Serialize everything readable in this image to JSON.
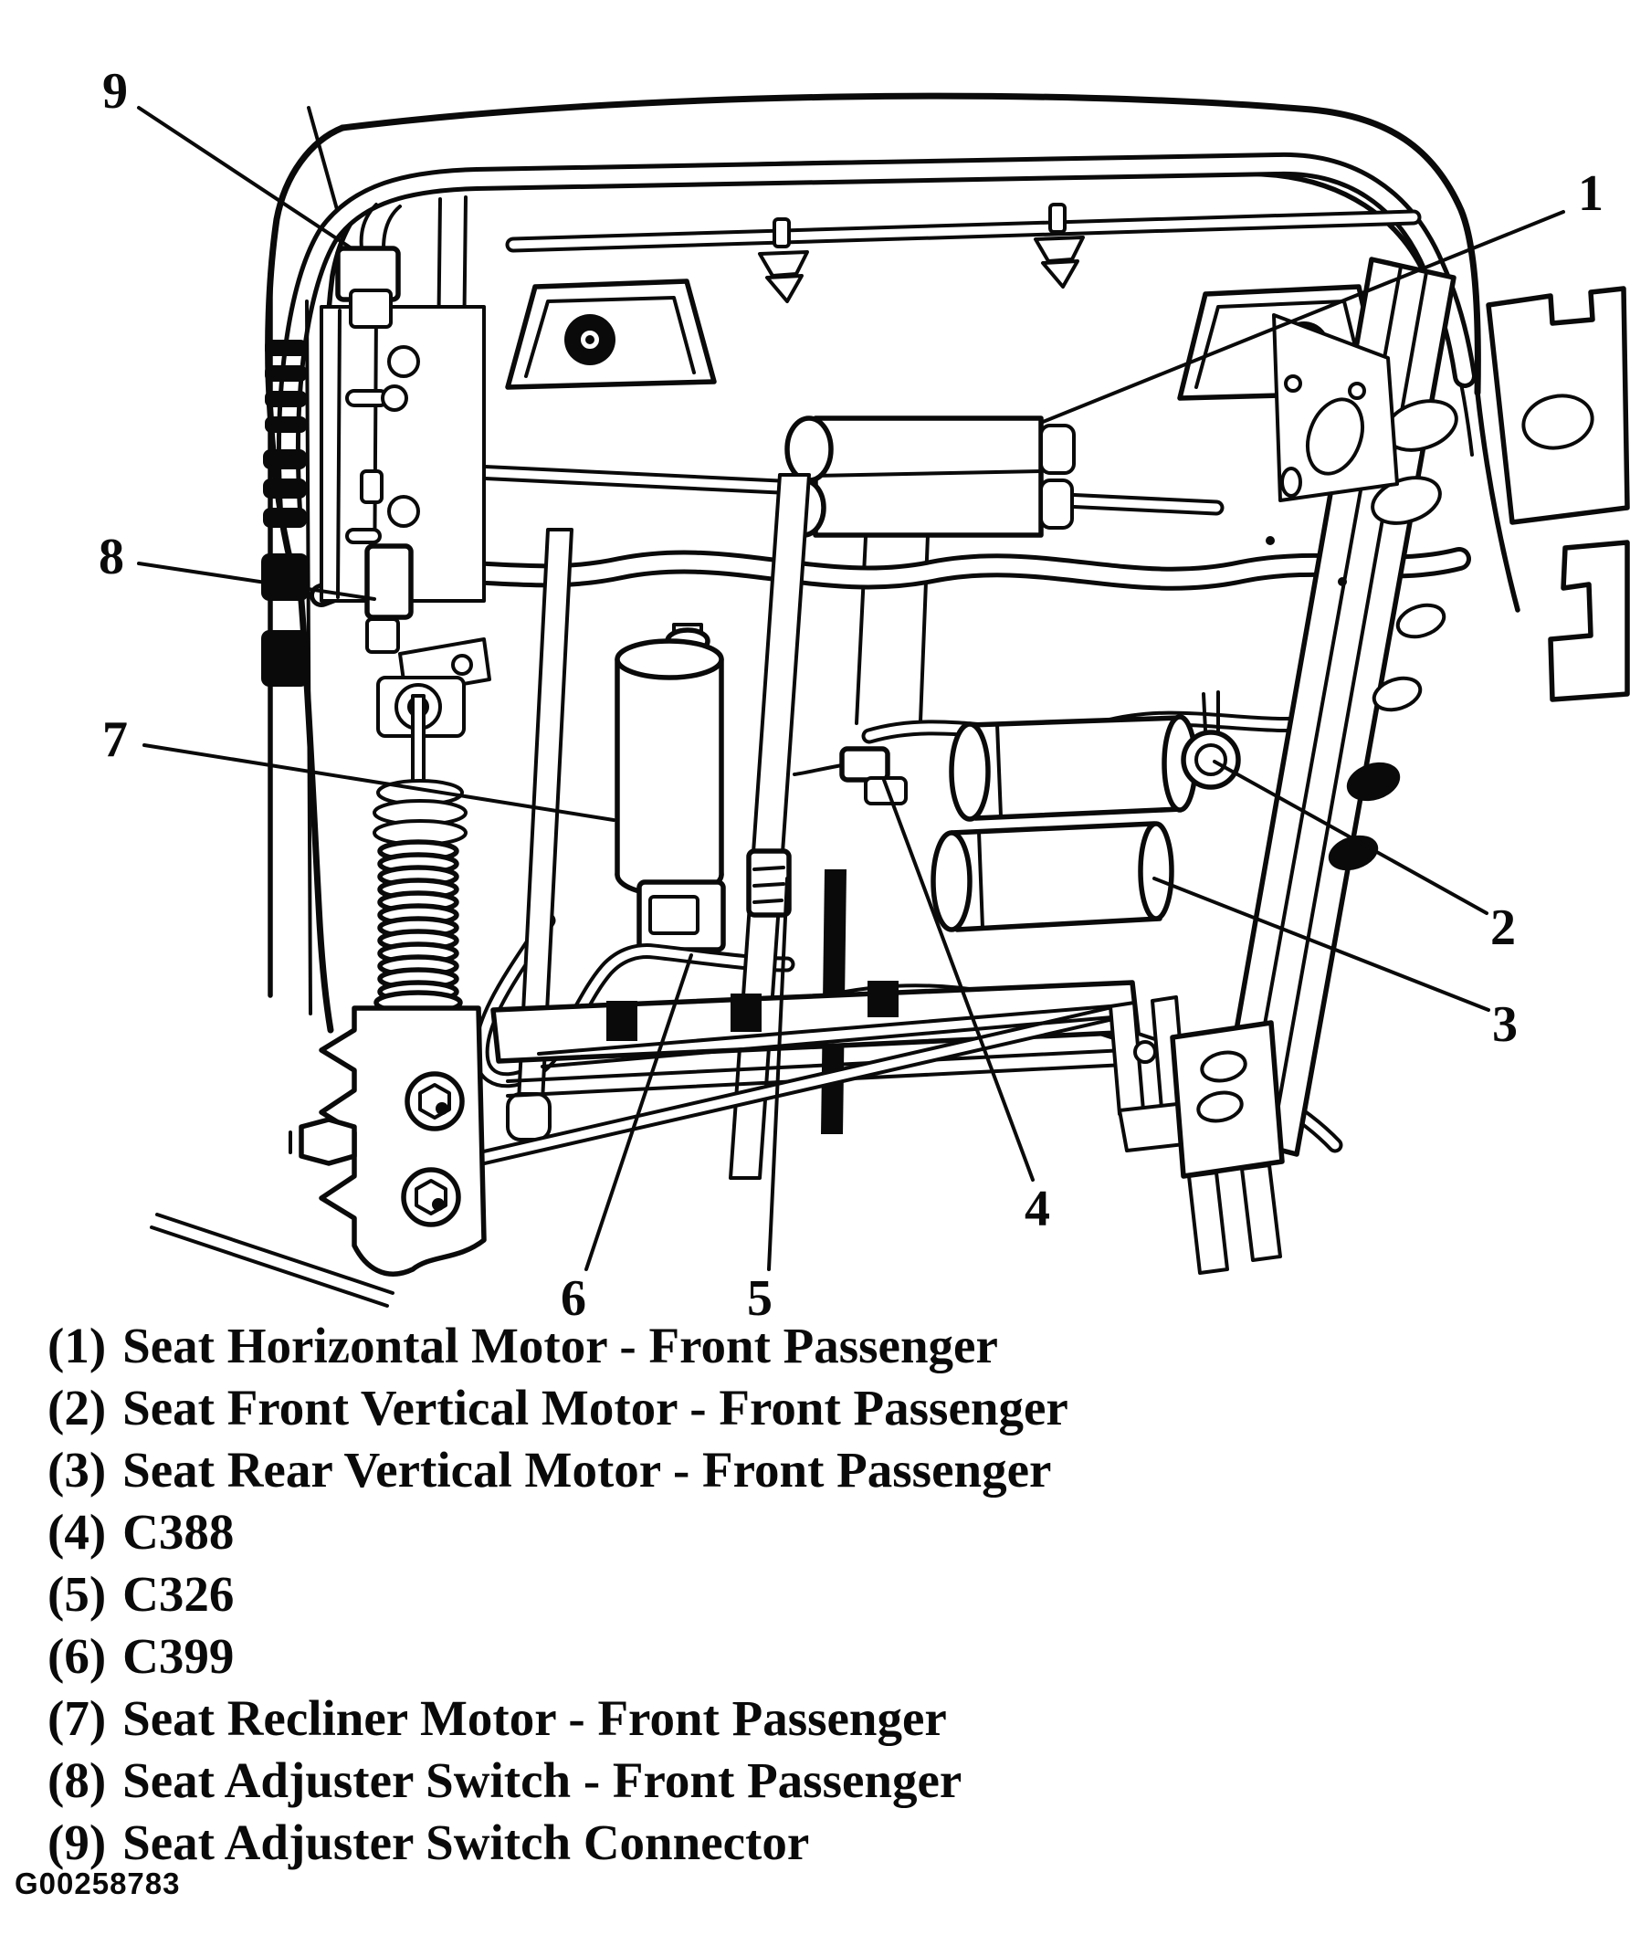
{
  "figure": {
    "id": "G00258783",
    "ink_color": "#0a0a0a",
    "background_color": "#ffffff"
  },
  "callouts": [
    {
      "label": "1"
    },
    {
      "label": "2"
    },
    {
      "label": "3"
    },
    {
      "label": "4"
    },
    {
      "label": "5"
    },
    {
      "label": "6"
    },
    {
      "label": "7"
    },
    {
      "label": "8"
    },
    {
      "label": "9"
    }
  ],
  "legend": [
    {
      "ref": "(1)",
      "label": "Seat Horizontal Motor - Front Passenger"
    },
    {
      "ref": "(2)",
      "label": "Seat Front Vertical Motor - Front Passenger"
    },
    {
      "ref": "(3)",
      "label": "Seat Rear Vertical Motor - Front Passenger"
    },
    {
      "ref": "(4)",
      "label": "C388"
    },
    {
      "ref": "(5)",
      "label": "C326"
    },
    {
      "ref": "(6)",
      "label": "C399"
    },
    {
      "ref": "(7)",
      "label": "Seat Recliner Motor - Front Passenger"
    },
    {
      "ref": "(8)",
      "label": "Seat Adjuster Switch - Front Passenger"
    },
    {
      "ref": "(9)",
      "label": "Seat Adjuster Switch Connector"
    }
  ]
}
